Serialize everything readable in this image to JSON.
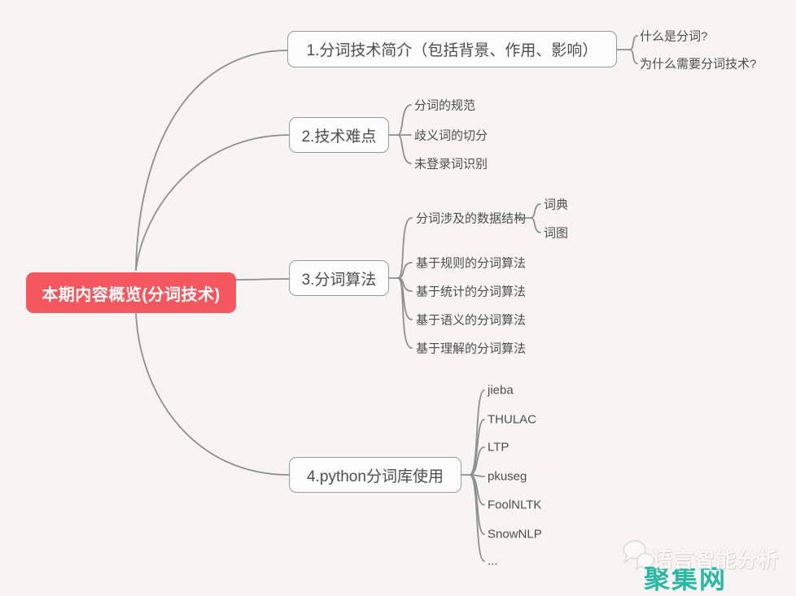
{
  "diagram_type": "mindmap",
  "colors": {
    "background": "#f6f5f4",
    "root_background": "#f4575d",
    "root_text": "#ffffff",
    "node_border": "#9a9a9a",
    "node_text": "#4d4d4d",
    "connector_line": "#8f8f8f",
    "watermark_site": "#2bb7a3"
  },
  "root": {
    "label": "本期内容概览(分词技术)"
  },
  "branches": [
    {
      "label": "1.分词技术简介（包括背景、作用、影响）",
      "children": [
        {
          "label": "什么是分词?"
        },
        {
          "label": "为什么需要分词技术?"
        }
      ]
    },
    {
      "label": "2.技术难点",
      "children": [
        {
          "label": "分词的规范"
        },
        {
          "label": "歧义词的切分"
        },
        {
          "label": "未登录词识别"
        }
      ]
    },
    {
      "label": "3.分词算法",
      "children": [
        {
          "label": "分词涉及的数据结构",
          "children": [
            {
              "label": "词典"
            },
            {
              "label": "词图"
            }
          ]
        },
        {
          "label": "基于规则的分词算法"
        },
        {
          "label": "基于统计的分词算法"
        },
        {
          "label": "基于语义的分词算法"
        },
        {
          "label": "基于理解的分词算法"
        }
      ]
    },
    {
      "label": "4.python分词库使用",
      "children": [
        {
          "label": "jieba"
        },
        {
          "label": "THULAC"
        },
        {
          "label": "LTP"
        },
        {
          "label": "pkuseg"
        },
        {
          "label": "FoolNLTK"
        },
        {
          "label": "SnowNLP"
        },
        {
          "label": "..."
        }
      ]
    }
  ],
  "watermark": {
    "brand": "语言智能分析",
    "site": "聚集网"
  }
}
